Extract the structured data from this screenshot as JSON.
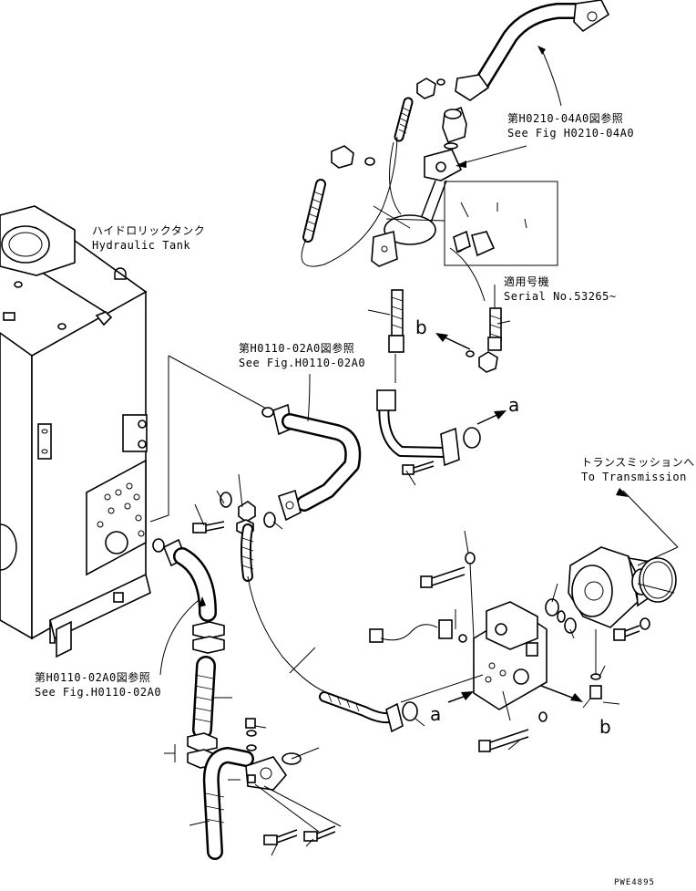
{
  "labels": {
    "hydraulic_tank_jp": "ハイドロリックタンク",
    "hydraulic_tank_en": "Hydraulic Tank",
    "ref_h0210_jp": "第H0210-04A0図参照",
    "ref_h0210_en": "See Fig H0210-04A0",
    "ref_h0110_upper_jp": "第H0110-02A0図参照",
    "ref_h0110_upper_en": "See Fig.H0110-02A0",
    "ref_h0110_lower_jp": "第H0110-02A0図参照",
    "ref_h0110_lower_en": "See Fig.H0110-02A0",
    "serial_jp": "適用号機",
    "serial_en": "Serial No.53265~",
    "transmission_jp": "トランスミッションへ",
    "transmission_en": "To Transmission",
    "marker_a_upper": "a",
    "marker_a_lower": "a",
    "marker_b_upper": "b",
    "marker_b_lower": "b",
    "drawing_code": "PWE4895"
  }
}
